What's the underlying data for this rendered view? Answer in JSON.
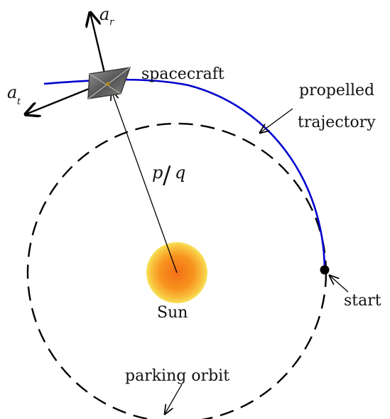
{
  "diagram": {
    "labels": {
      "spacecraft": "spacecraft",
      "propelled": "propelled",
      "trajectory": "trajectory",
      "start": "start",
      "sun": "Sun",
      "parking_orbit": "parking orbit",
      "radius_p": "p",
      "radius_slash": "/",
      "radius_q": "q",
      "a_r_main": "a",
      "a_r_sub": "r",
      "a_t_main": "a",
      "a_t_sub": "t"
    },
    "colors": {
      "trajectory": "#0000cc",
      "orbit": "#000000",
      "sun_outer": "#f7e25a",
      "sun_inner": "#f7931e",
      "spacecraft": "#6b6b6b"
    }
  }
}
